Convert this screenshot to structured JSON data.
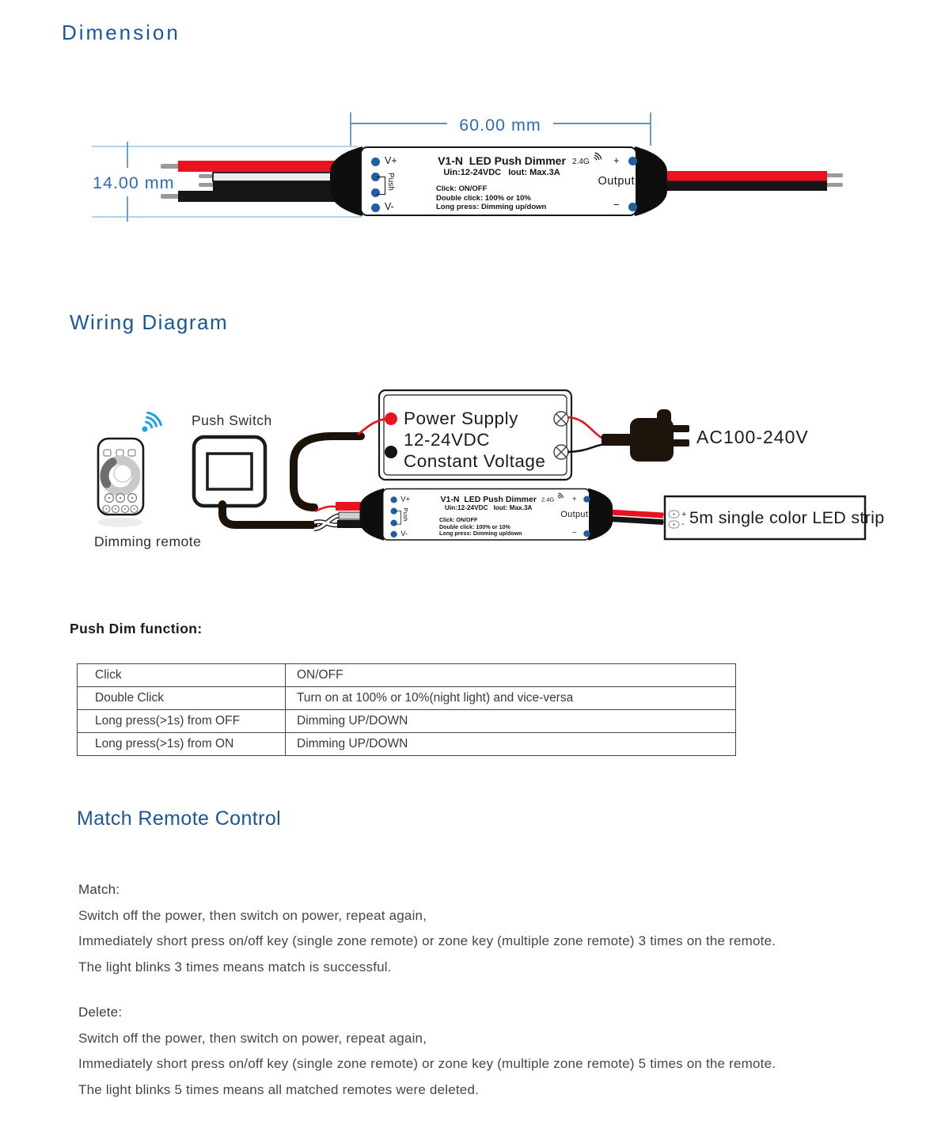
{
  "headings": {
    "dimension": "Dimension",
    "wiring": "Wiring Diagram",
    "push_dim": "Push Dim function:",
    "match_remote": "Match Remote Control"
  },
  "colors": {
    "heading_blue": "#19569a",
    "dimension_blue": "#2e6db6",
    "terminal_dot_blue": "#1e5ea6",
    "wire_red": "#e8131f",
    "wifi_blue": "#17a3e5"
  },
  "dimension_diagram": {
    "width_label": "60.00 mm",
    "height_label": "14.00 mm"
  },
  "device_label": {
    "model_title": "V1-N  LED Push Dimmer",
    "specs": "Uin:12-24VDC   Iout: Max.3A",
    "fn_lines": [
      "Click: ON/OFF",
      "Double click: 100% or 10%",
      "Long press: Dimming up/down"
    ],
    "rf": "2.4G",
    "terminal_vplus": "V+",
    "terminal_push": "Push",
    "terminal_vminus": "V-",
    "plus": "+",
    "minus": "−",
    "output_label": "Output"
  },
  "wiring_diagram": {
    "remote_label": "Dimming remote",
    "push_switch_label": "Push Switch",
    "power_supply_lines": [
      "Power Supply",
      "12-24VDC",
      "Constant Voltage"
    ],
    "ac_input_label": "AC100-240V",
    "led_strip_label": "5m single color LED strip",
    "strip_plus": "+",
    "strip_minus": "-"
  },
  "function_table": {
    "rows": [
      {
        "action": "Click",
        "result": "ON/OFF"
      },
      {
        "action": "Double Click",
        "result": "Turn on at 100% or 10%(night light) and vice-versa"
      },
      {
        "action": "Long press(>1s) from OFF",
        "result": "Dimming UP/DOWN"
      },
      {
        "action": "Long press(>1s) from ON",
        "result": "Dimming UP/DOWN"
      }
    ]
  },
  "match_control": {
    "match_title": "Match:",
    "match_lines": [
      "Switch off the power, then switch on power, repeat again,",
      "Immediately short press on/off key (single zone remote) or zone key (multiple zone remote) 3 times on the remote.",
      "The light blinks 3 times means match is successful."
    ],
    "delete_title": "Delete:",
    "delete_lines": [
      "Switch off the power, then switch on power, repeat again,",
      "Immediately short press on/off key (single zone remote) or zone key (multiple zone remote) 5 times on the remote.",
      "The light blinks 5 times means all matched remotes were deleted."
    ]
  }
}
